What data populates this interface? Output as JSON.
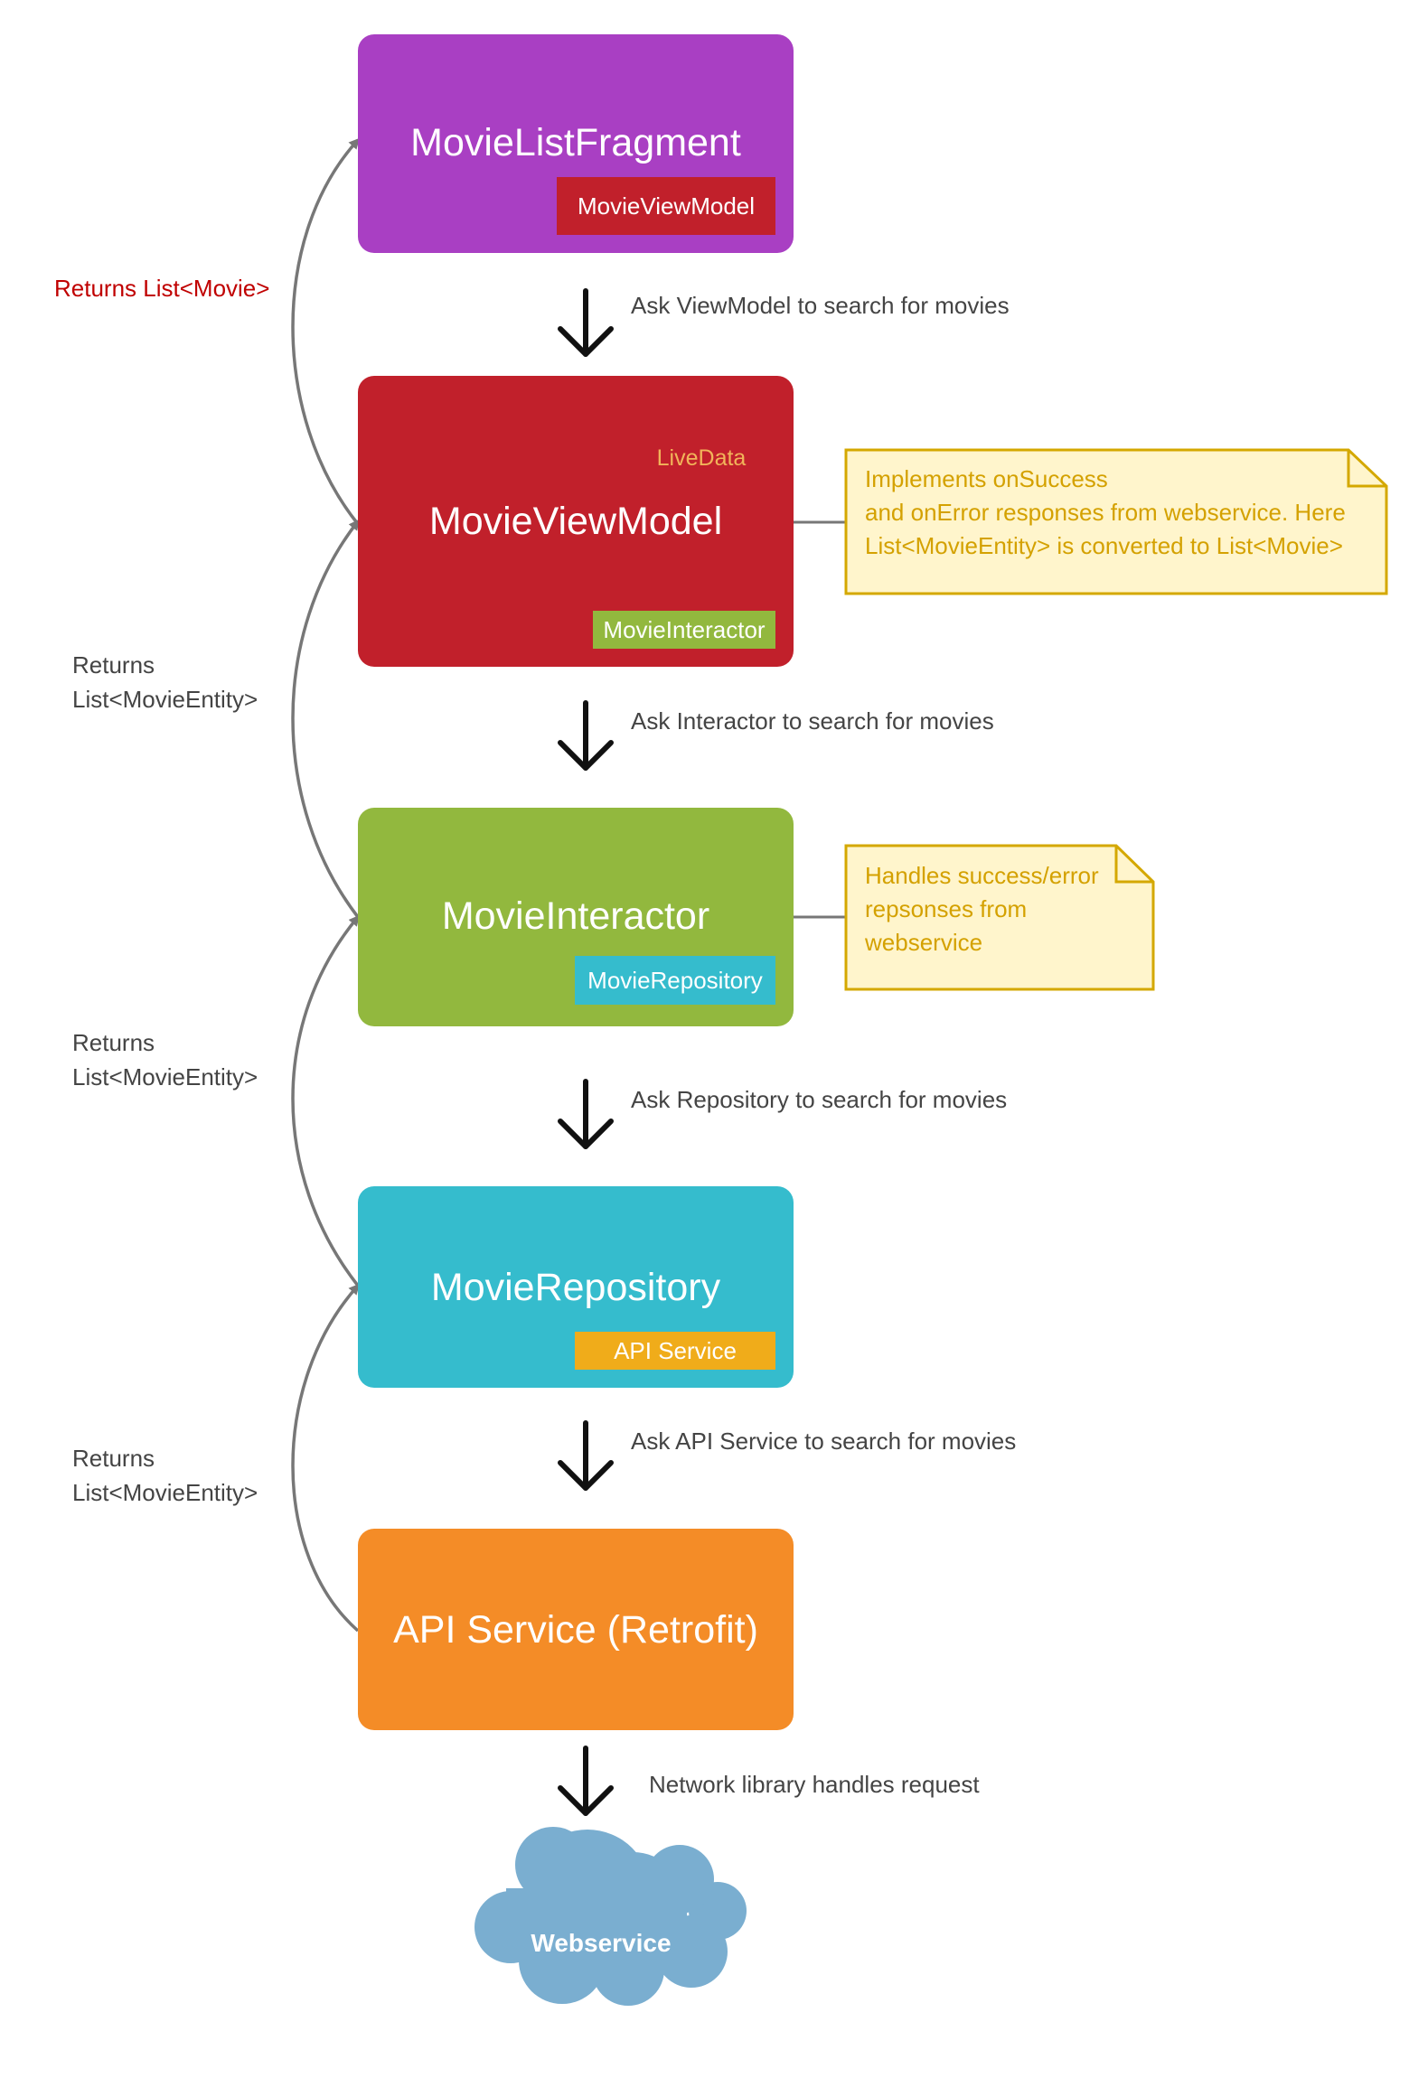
{
  "components": {
    "fragment": {
      "title": "MovieListFragment",
      "tag": "MovieViewModel"
    },
    "viewmodel": {
      "title": "MovieViewModel",
      "tag": "MovieInteractor",
      "livedata": "LiveData"
    },
    "interactor": {
      "title": "MovieInteractor",
      "tag": "MovieRepository"
    },
    "repository": {
      "title": "MovieRepository",
      "tag": "API Service"
    },
    "api": {
      "title": "API Service (Retrofit)"
    },
    "cloud": {
      "label": "Webservice"
    }
  },
  "steps": [
    "Ask ViewModel to search for movies",
    "Ask Interactor to search for movies",
    "Ask Repository to search for movies",
    "Ask API Service to search for movies",
    "Network library handles request"
  ],
  "returns": [
    {
      "line1": "Returns List<Movie>",
      "line2": ""
    },
    {
      "line1": "Returns",
      "line2": "List<MovieEntity>"
    },
    {
      "line1": "Returns",
      "line2": "List<MovieEntity>"
    },
    {
      "line1": "Returns",
      "line2": "List<MovieEntity>"
    }
  ],
  "notes": {
    "viewmodel": {
      "line1": "Implements onSuccess",
      "line2": "and onError responses from webservice. Here",
      "line3": "List<MovieEntity> is converted to List<Movie>"
    },
    "interactor": {
      "line1": "Handles success/error",
      "line2": "repsonses from",
      "line3": "webservice"
    }
  },
  "colors": {
    "fragment": "#a93fc3",
    "viewmodel": "#c1202b",
    "interactor": "#92b83e",
    "repository": "#35bccd",
    "api": "#f48c27",
    "api_tag": "#f0ac1a",
    "cloud": "#7aaed0",
    "note_fill": "#fff5cc",
    "note_border": "#d4a800",
    "return_red": "#c00000"
  }
}
